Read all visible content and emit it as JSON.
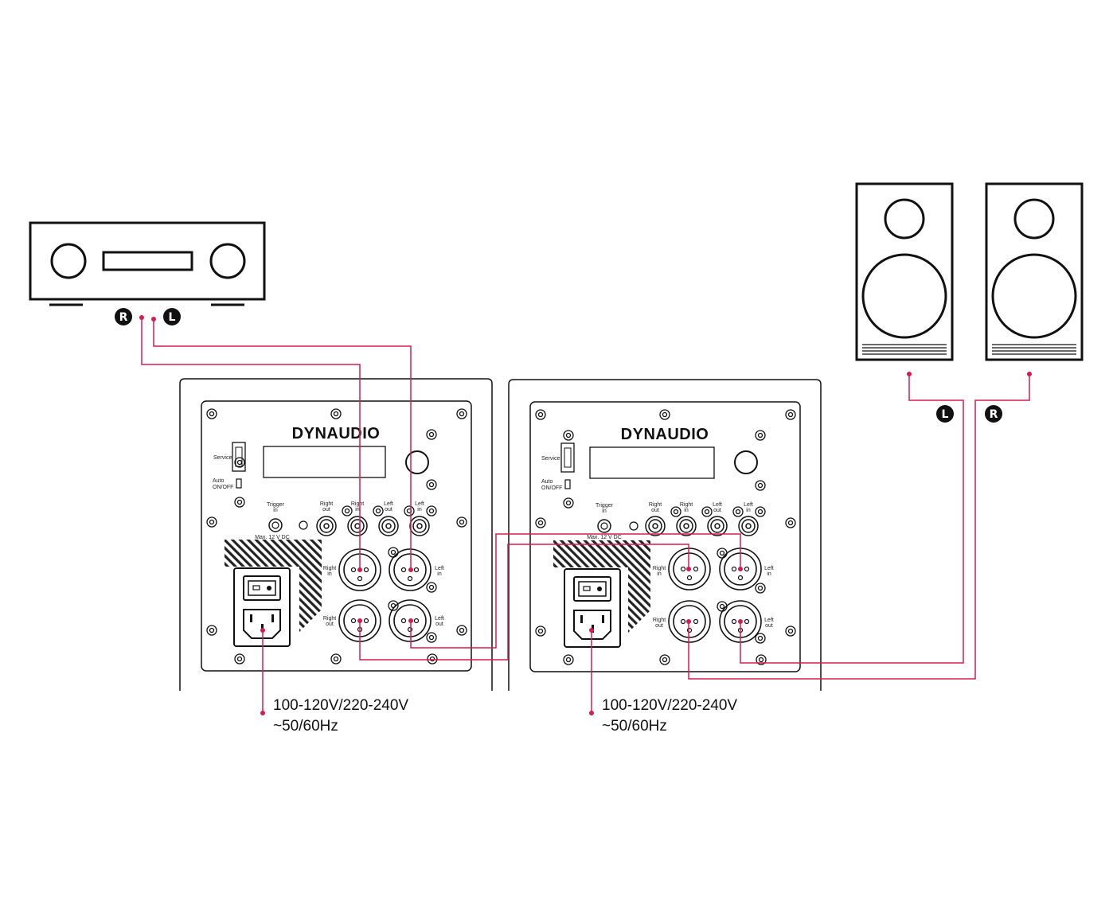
{
  "amplifier": {
    "outputs": [
      {
        "badge": "R"
      },
      {
        "badge": "L"
      }
    ]
  },
  "speakers": {
    "outputs": [
      {
        "badge": "L"
      },
      {
        "badge": "R"
      }
    ]
  },
  "subwoofers": [
    {
      "brand": "DYNAUDIO",
      "service_label": "Service",
      "auto_label": [
        "Auto",
        "ON/OFF"
      ],
      "trigger_label": [
        "Trigger",
        "in"
      ],
      "trigger_note": "Max. 12 V DC",
      "rca_labels": [
        [
          "Right",
          "out"
        ],
        [
          "Right",
          "in"
        ],
        [
          "Left",
          "out"
        ],
        [
          "Left",
          "in"
        ]
      ],
      "xlr_labels": {
        "right_in": [
          "Right",
          "in"
        ],
        "left_in": [
          "Left",
          "in"
        ],
        "right_out": [
          "Right",
          "out"
        ],
        "left_out": [
          "Left",
          "out"
        ]
      },
      "voltage_line1": "100-120V/220-240V",
      "voltage_line2": "~50/60Hz"
    },
    {
      "brand": "DYNAUDIO",
      "service_label": "Service",
      "auto_label": [
        "Auto",
        "ON/OFF"
      ],
      "trigger_label": [
        "Trigger",
        "in"
      ],
      "trigger_note": "Max. 12 V DC",
      "rca_labels": [
        [
          "Right",
          "out"
        ],
        [
          "Right",
          "in"
        ],
        [
          "Left",
          "out"
        ],
        [
          "Left",
          "in"
        ]
      ],
      "xlr_labels": {
        "right_in": [
          "Right",
          "in"
        ],
        "left_in": [
          "Left",
          "in"
        ],
        "right_out": [
          "Right",
          "out"
        ],
        "left_out": [
          "Left",
          "out"
        ]
      },
      "voltage_line1": "100-120V/220-240V",
      "voltage_line2": "~50/60Hz"
    }
  ],
  "colors": {
    "cable": "#d81b4f",
    "outline": "#111111"
  }
}
